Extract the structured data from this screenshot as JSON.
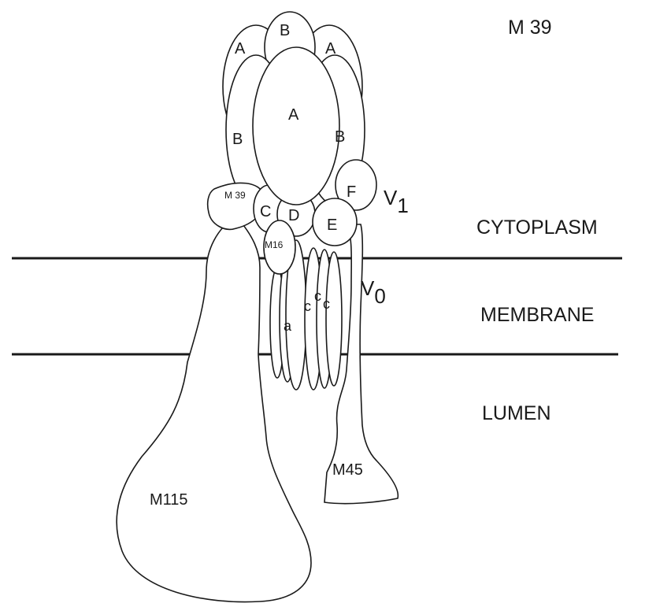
{
  "corner_label": "M 39",
  "regions": {
    "cytoplasm": "CYTOPLASM",
    "membrane": "MEMBRANE",
    "lumen": "LUMEN"
  },
  "domains": {
    "v1": {
      "main": "V",
      "sub": "1"
    },
    "v0": {
      "main": "V",
      "sub": "0"
    }
  },
  "subunits": {
    "a_top_left": "A",
    "b_top": "B",
    "a_top_right": "A",
    "a_center": "A",
    "b_left": "B",
    "b_right": "B",
    "f": "F",
    "m39": "M 39",
    "c_upper": "C",
    "d": "D",
    "e": "E",
    "m16": "M16",
    "a_lower": "a",
    "c_small_1": "c",
    "c_small_2": "c",
    "c_small_3": "c",
    "m45": "M45",
    "m115": "M115"
  }
}
